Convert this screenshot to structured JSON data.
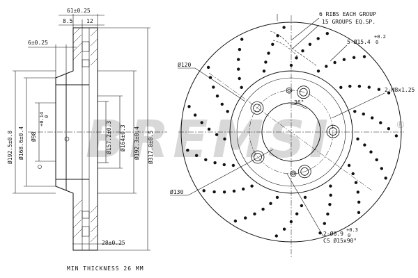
{
  "watermark": {
    "text": "BREMSI",
    "registered": "®",
    "color": "#c8c8c8"
  },
  "footer": {
    "min_thickness": "MIN THICKNESS 26 MM"
  },
  "section_view": {
    "top_total_width": "61±0.25",
    "top_left_width": "8.5",
    "top_right_width": "12",
    "hub_flange": "6±0.25",
    "bottom_thickness": "28±0.25",
    "diameters_left": [
      "Ø192.5±0.8",
      "Ø168.6±0.4",
      "Ø98"
    ],
    "d98_tolerance_upper": "+0.14",
    "d98_tolerance_lower": "0",
    "diameters_right": [
      "Ø157.2±0.3",
      "Ø164±0.3",
      "Ø192.3±0.4",
      "Ø317.8±0.5"
    ]
  },
  "front_view": {
    "ribs_line1": "6 RIBS EACH GROUP",
    "ribs_line2": "15 GROUPS EQ.SP.",
    "bolt_holes": "5-Ø15.4",
    "bolt_tol_upper": "+0.2",
    "bolt_tol_lower": "0",
    "pcd": "Ø120",
    "thread": "2-M8x1.25",
    "angle": "36°",
    "center_bore": "Ø130",
    "pin_holes": "2-Ø6.9",
    "pin_tol_upper": "+0.3",
    "pin_tol_lower": "0",
    "countersink": "CS Ø15x90°"
  }
}
